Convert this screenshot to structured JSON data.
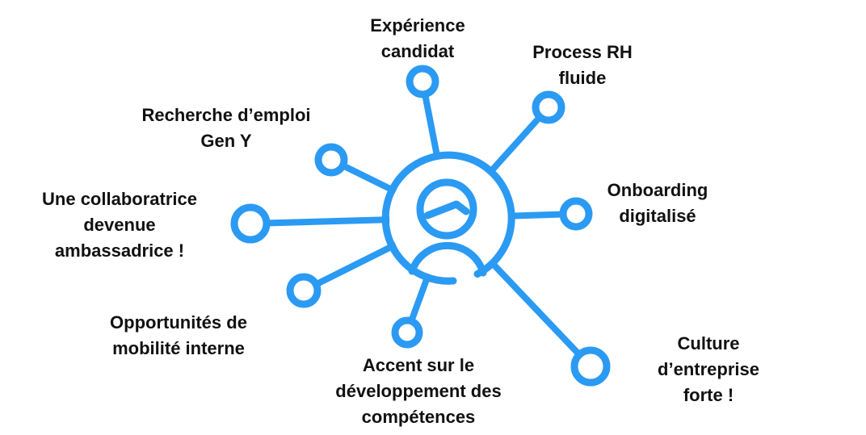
{
  "accent_color": "#2b9af3",
  "center_icon": "user-profile-icon",
  "nodes": [
    {
      "id": "experience",
      "lines": [
        "Expérience",
        "candidat"
      ]
    },
    {
      "id": "process",
      "lines": [
        "Process RH",
        "fluide"
      ]
    },
    {
      "id": "recherche",
      "lines": [
        "Recherche d’emploi",
        "Gen Y"
      ]
    },
    {
      "id": "collab",
      "lines": [
        "Une collaboratrice",
        "devenue",
        "ambassadrice !"
      ]
    },
    {
      "id": "onboarding",
      "lines": [
        "Onboarding",
        "digitalisé"
      ]
    },
    {
      "id": "mobilite",
      "lines": [
        "Opportunités de",
        "mobilité interne"
      ]
    },
    {
      "id": "accent",
      "lines": [
        "Accent sur le",
        "développement des",
        "compétences"
      ]
    },
    {
      "id": "culture",
      "lines": [
        "Culture",
        "d’entreprise",
        "forte !"
      ]
    }
  ]
}
